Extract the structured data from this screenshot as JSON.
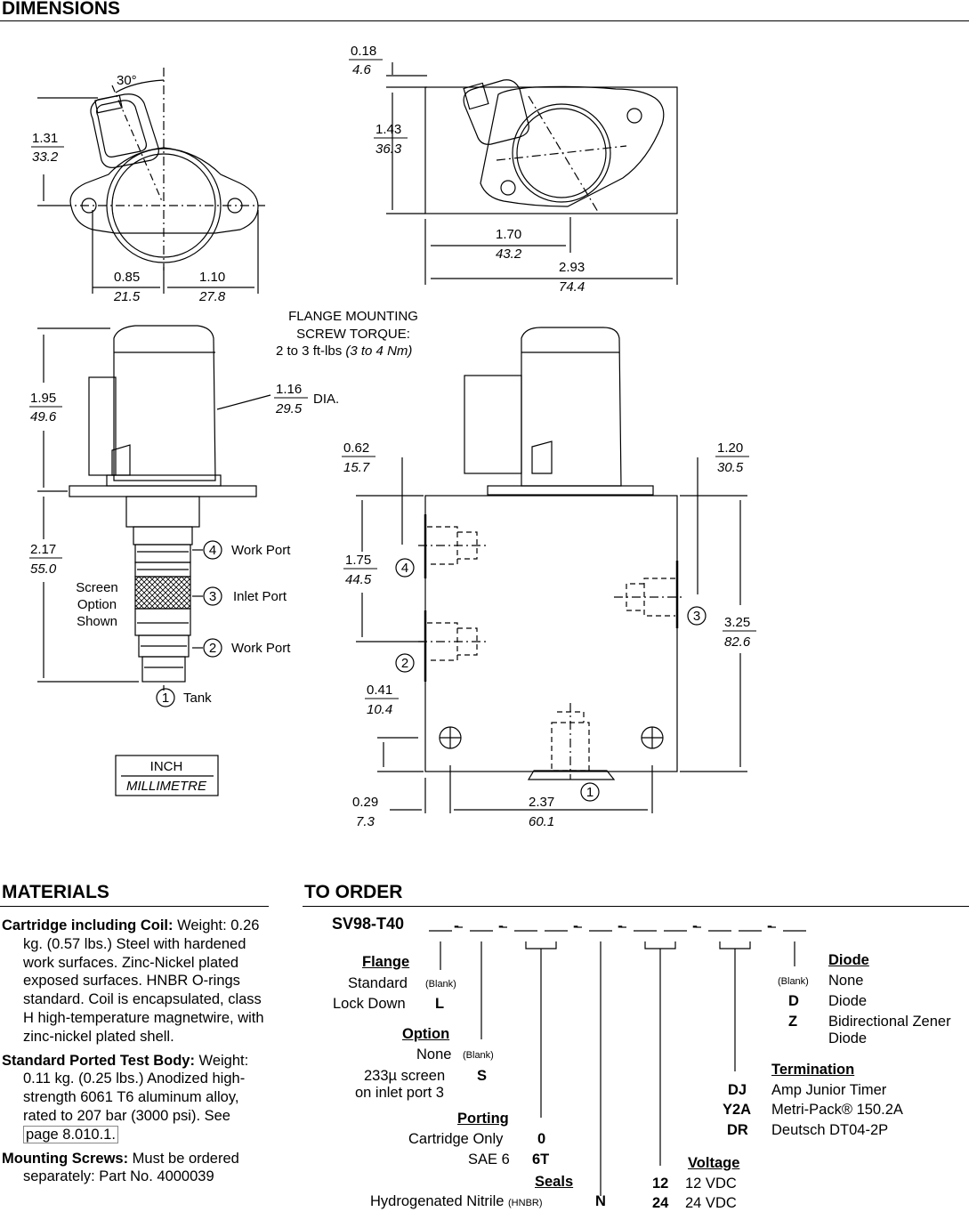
{
  "sections": {
    "dimensions": "DIMENSIONS",
    "materials": "MATERIALS",
    "to_order": "TO ORDER"
  },
  "drawing": {
    "angle": "30°",
    "top_left": {
      "height": {
        "inch": "1.31",
        "mm": "33.2"
      },
      "left_offset": {
        "inch": "0.85",
        "mm": "21.5"
      },
      "right_offset": {
        "inch": "1.10",
        "mm": "27.8"
      }
    },
    "top_right": {
      "offset": {
        "inch": "0.18",
        "mm": "4.6"
      },
      "height": {
        "inch": "1.43",
        "mm": "36.3"
      },
      "center": {
        "inch": "1.70",
        "mm": "43.2"
      },
      "width": {
        "inch": "2.93",
        "mm": "74.4"
      }
    },
    "torque": {
      "line1": "FLANGE MOUNTING",
      "line2": "SCREW TORQUE:",
      "line3_plain": "2 to 3 ft-lbs ",
      "line3_metric": "(3 to 4 Nm)"
    },
    "side": {
      "coil_height": {
        "inch": "1.95",
        "mm": "49.6"
      },
      "dia": {
        "inch": "1.16",
        "mm": "29.5",
        "label": "DIA."
      },
      "cartridge_length": {
        "inch": "2.17",
        "mm": "55.0"
      },
      "screen_note": [
        "Screen",
        "Option",
        "Shown"
      ],
      "ports": [
        {
          "num": "4",
          "label": "Work Port"
        },
        {
          "num": "3",
          "label": "Inlet Port"
        },
        {
          "num": "2",
          "label": "Work Port"
        },
        {
          "num": "1",
          "label": "Tank"
        }
      ]
    },
    "body": {
      "port4_offset": {
        "inch": "0.62",
        "mm": "15.7"
      },
      "port3_offset": {
        "inch": "1.20",
        "mm": "30.5"
      },
      "port_spacing": {
        "inch": "1.75",
        "mm": "44.5"
      },
      "height": {
        "inch": "3.25",
        "mm": "82.6"
      },
      "hole_offset": {
        "inch": "0.41",
        "mm": "10.4"
      },
      "edge_offset": {
        "inch": "0.29",
        "mm": "7.3"
      },
      "hole_spacing": {
        "inch": "2.37",
        "mm": "60.1"
      },
      "port_nums": {
        "p1": "1",
        "p2": "2",
        "p3": "3",
        "p4": "4"
      }
    },
    "legend": {
      "inch": "INCH",
      "mm": "MILLIMETRE"
    }
  },
  "materials": {
    "cartridge_title": "Cartridge including Coil:",
    "cartridge_text": " Weight: 0.26 kg. (0.57 lbs.) Steel with hardened work surfaces. Zinc-Nickel plated exposed surfaces. HNBR O-rings standard. Coil is encapsulated, class H high-temperature magnetwire, with zinc-nickel plated shell.",
    "body_title": "Standard Ported Test Body:",
    "body_text": " Weight: 0.11 kg. (0.25 lbs.) Anodized high-strength 6061 T6 aluminum alloy, rated to 207 bar (3000 psi). See ",
    "body_link": "page 8.010.1.",
    "screws_title": "Mounting Screws:",
    "screws_text": " Must be ordered separately: Part No. 4000039"
  },
  "order": {
    "model": "SV98-T40",
    "flange": {
      "title": "Flange",
      "rows": [
        {
          "label": "Standard",
          "code": "(Blank)"
        },
        {
          "label": "Lock Down",
          "code": "L"
        }
      ]
    },
    "option": {
      "title": "Option",
      "rows": [
        {
          "label": "None",
          "code": "(Blank)"
        },
        {
          "label": "233µ screen",
          "label2": "on inlet port 3",
          "code": "S"
        }
      ]
    },
    "porting": {
      "title": "Porting",
      "rows": [
        {
          "label": "Cartridge Only",
          "code": "0"
        },
        {
          "label": "SAE 6",
          "code": "6T"
        }
      ]
    },
    "seals": {
      "title": "Seals",
      "rows": [
        {
          "label": "Hydrogenated Nitrile",
          "label_small": "(HNBR)",
          "code": "N"
        }
      ]
    },
    "voltage": {
      "title": "Voltage",
      "rows": [
        {
          "code": "12",
          "label": "12 VDC"
        },
        {
          "code": "24",
          "label": "24 VDC"
        }
      ]
    },
    "termination": {
      "title": "Termination",
      "rows": [
        {
          "code": "DJ",
          "label": "Amp Junior Timer"
        },
        {
          "code": "Y2A",
          "label": "Metri-Pack® 150.2A"
        },
        {
          "code": "DR",
          "label": "Deutsch DT04-2P"
        }
      ]
    },
    "diode": {
      "title": "Diode",
      "rows": [
        {
          "code": "(Blank)",
          "label": "None"
        },
        {
          "code": "D",
          "label": "Diode"
        },
        {
          "code": "Z",
          "label": "Bidirectional Zener",
          "label2": "Diode"
        }
      ]
    }
  }
}
